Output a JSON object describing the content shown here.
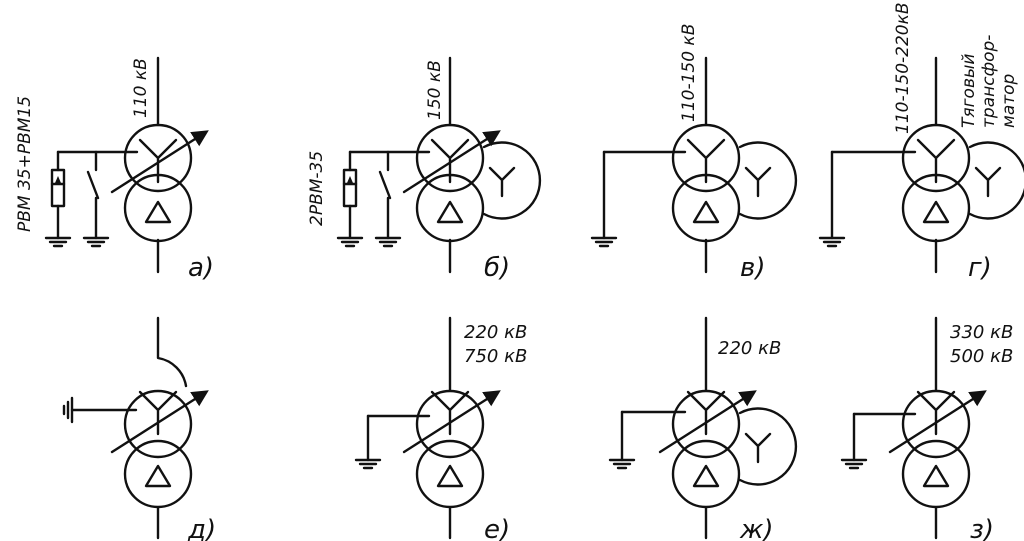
{
  "colors": {
    "ink": "#111111",
    "background": "#ffffff"
  },
  "schemes": {
    "a": {
      "caption": "а)",
      "voltage": "110 кВ",
      "arrester": "РВМ 35+РВМ15"
    },
    "b": {
      "caption": "б)",
      "voltage": "150 кВ",
      "arrester": "2РВМ-35"
    },
    "v": {
      "caption": "в)",
      "voltage": "110-150 кВ"
    },
    "g": {
      "caption": "г)",
      "voltage": "110-150-220кВ",
      "note_lines": [
        "Тяговый",
        "трансфор-",
        "матор"
      ]
    },
    "d": {
      "caption": "д)"
    },
    "e": {
      "caption": "е)",
      "voltage_lines": [
        "220 кВ",
        "750 кВ"
      ]
    },
    "zh": {
      "caption": "ж)",
      "voltage": "220 кВ"
    },
    "z": {
      "caption": "з)",
      "voltage_lines": [
        "330 кВ",
        "500 кВ"
      ]
    }
  }
}
